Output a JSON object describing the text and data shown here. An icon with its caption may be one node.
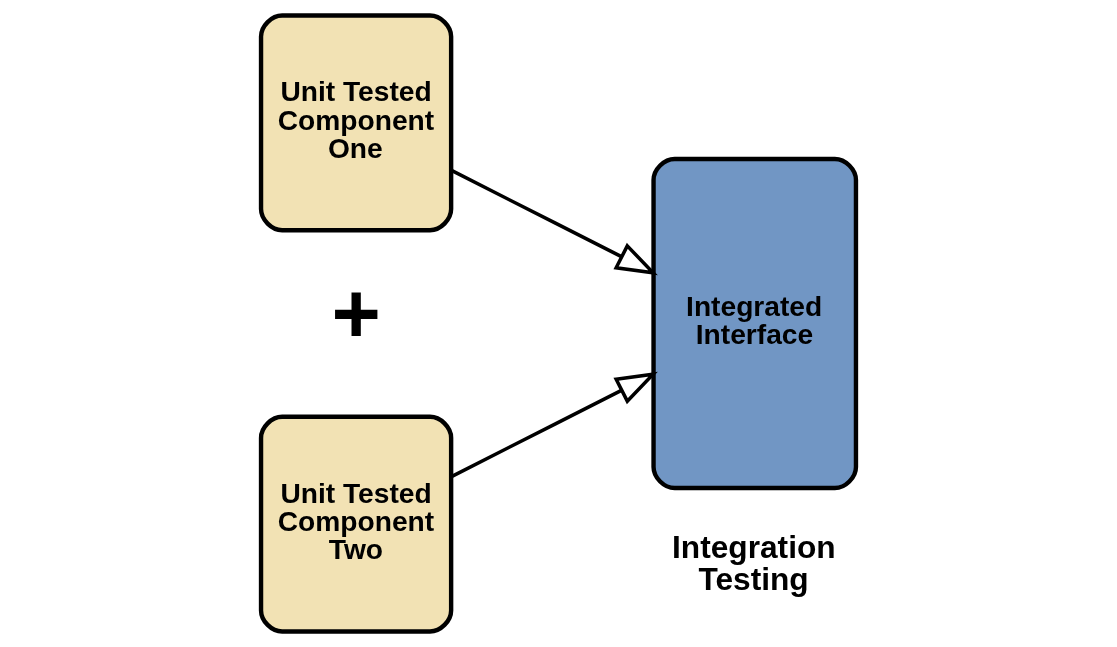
{
  "diagram": {
    "nodes": [
      {
        "text": [
          "Unit Tested Component One"
        ]
      },
      {
        "text": [
          "Unit Tested Component Two"
        ]
      },
      {
        "text": [
          "Integrated Interface"
        ],
        "beside": [
          "Integration Testing"
        ]
      }
    ],
    "edges": [
      {
        "from": 0,
        "to": 2,
        "arrow": "to"
      },
      {
        "from": 1,
        "to": 2,
        "arrow": "to"
      }
    ],
    "labels": [
      "+"
    ]
  }
}
